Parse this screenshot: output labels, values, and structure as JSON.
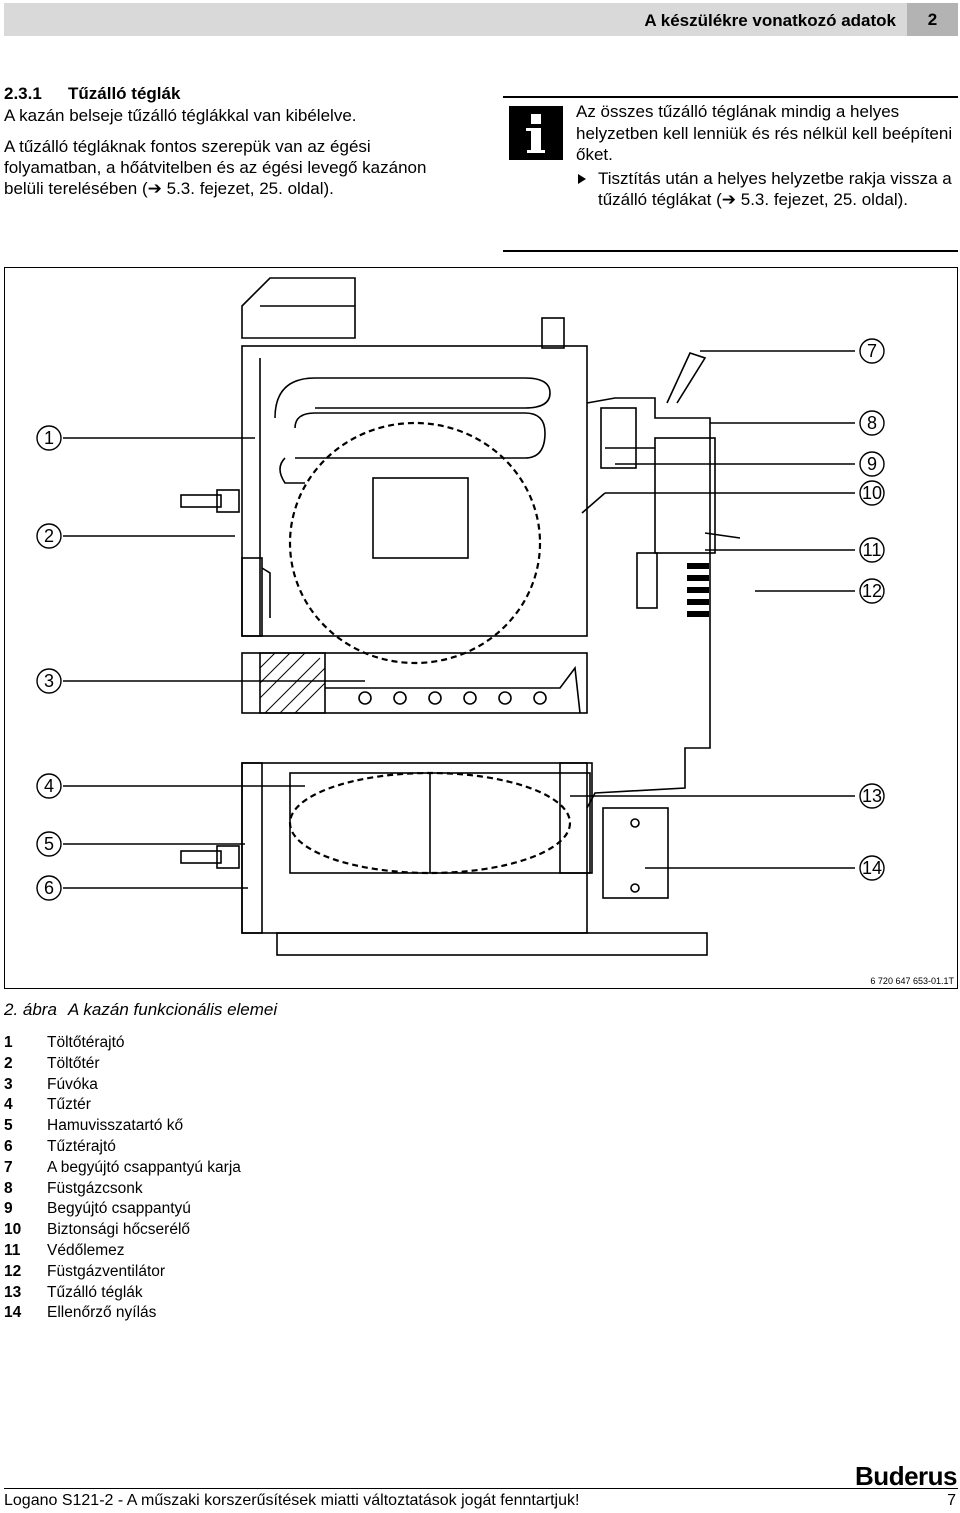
{
  "header": {
    "title": "A készülékre vonatkozó adatok",
    "chapter_number": "2"
  },
  "section": {
    "number": "2.3.1",
    "title": "Tűzálló téglák",
    "para1": "A kazán belseje tűzálló téglákkal van kibélelve.",
    "para2": "A tűzálló tégláknak fontos szerepük van az égési folyamatban, a hőátvitelben és az égési levegő kazánon belüli terelésében (➔ 5.3. fejezet, 25. oldal)."
  },
  "info": {
    "text": "Az összes tűzálló téglának mindig a helyes helyzetben kell lenniük és rés nélkül kell beépíteni őket.",
    "bullet": "Tisztítás után a helyes helyzetbe rakja vissza a tűzálló téglákat (➔ 5.3. fejezet, 25. oldal)."
  },
  "figure": {
    "drawing_id": "6 720 647 653-01.1T",
    "caption_label": "2. ábra",
    "caption_text": "A kazán funkcionális elemei",
    "callouts": [
      "1",
      "2",
      "3",
      "4",
      "5",
      "6",
      "7",
      "8",
      "9",
      "10",
      "11",
      "12",
      "13",
      "14"
    ]
  },
  "legend": [
    {
      "n": "1",
      "text": "Töltőtérajtó"
    },
    {
      "n": "2",
      "text": "Töltőtér"
    },
    {
      "n": "3",
      "text": "Fúvóka"
    },
    {
      "n": "4",
      "text": "Tűztér"
    },
    {
      "n": "5",
      "text": "Hamuvisszatartó kő"
    },
    {
      "n": "6",
      "text": "Tűztérajtó"
    },
    {
      "n": "7",
      "text": "A begyújtó csappantyú karja"
    },
    {
      "n": "8",
      "text": "Füstgázcsonk"
    },
    {
      "n": "9",
      "text": "Begyújtó csappantyú"
    },
    {
      "n": "10",
      "text": "Biztonsági hőcserélő"
    },
    {
      "n": "11",
      "text": "Védőlemez"
    },
    {
      "n": "12",
      "text": "Füstgázventilátor"
    },
    {
      "n": "13",
      "text": "Tűzálló téglák"
    },
    {
      "n": "14",
      "text": "Ellenőrző nyílás"
    }
  ],
  "footer": {
    "brand": "Buderus",
    "text": "Logano S121-2 - A műszaki korszerűsítések miatti változtatások jogát fenntartjuk!",
    "page": "7"
  }
}
